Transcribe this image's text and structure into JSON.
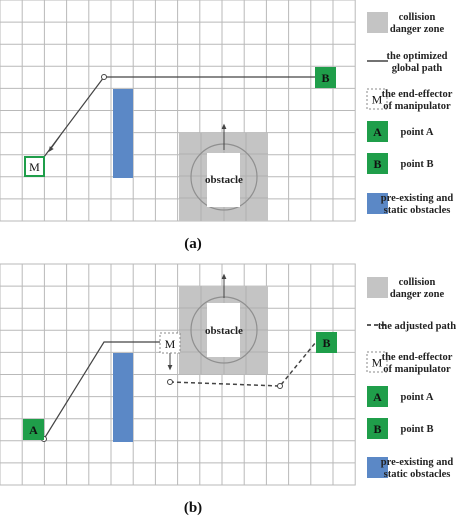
{
  "colors": {
    "grid": "#b9b9b9",
    "grid_bg": "#ffffff",
    "danger_zone": "#c4c4c4",
    "obstacle": "#ffffff",
    "path": "#444444",
    "point_fill": "#1f9e4a",
    "static_obstacle": "#5b88c6",
    "end_effector_border_a": "#1f9e4a",
    "end_effector_border_b": "#888888"
  },
  "panel_a": {
    "caption": "(a)",
    "obstacle_label": "obstacle",
    "end_effector_label": "M",
    "point_b_label": "B",
    "legend": [
      {
        "id": "danger",
        "icon": "gray-square-icon",
        "text": [
          "collision",
          "danger zone"
        ]
      },
      {
        "id": "path",
        "icon": "solid-line-icon",
        "text": [
          "the optimized",
          "global path"
        ]
      },
      {
        "id": "effector",
        "icon": "dashed-m-box-icon",
        "symbol": "M",
        "text": [
          "the end-effector",
          "of manipulator"
        ]
      },
      {
        "id": "pointA",
        "icon": "green-a-icon",
        "symbol": "A",
        "text": [
          "point A"
        ]
      },
      {
        "id": "pointB",
        "icon": "green-b-icon",
        "symbol": "B",
        "text": [
          "point B"
        ]
      },
      {
        "id": "static",
        "icon": "blue-square-icon",
        "text": [
          "pre-existing and",
          "static obstacles"
        ]
      }
    ]
  },
  "panel_b": {
    "caption": "(b)",
    "obstacle_label": "obstacle",
    "end_effector_label": "M",
    "point_a_label": "A",
    "point_b_label": "B",
    "legend": [
      {
        "id": "danger",
        "icon": "gray-square-icon",
        "text": [
          "collision",
          "danger zone"
        ]
      },
      {
        "id": "path",
        "icon": "dashed-line-icon",
        "text": [
          "the adjusted path"
        ]
      },
      {
        "id": "effector",
        "icon": "dashed-m-box-icon",
        "symbol": "M",
        "text": [
          "the end-effector",
          "of manipulator"
        ]
      },
      {
        "id": "pointA",
        "icon": "green-a-icon",
        "symbol": "A",
        "text": [
          "point A"
        ]
      },
      {
        "id": "pointB",
        "icon": "green-b-icon",
        "symbol": "B",
        "text": [
          "point B"
        ]
      },
      {
        "id": "static",
        "icon": "blue-square-icon",
        "text": [
          "pre-existing and",
          "static obstacles"
        ]
      }
    ]
  }
}
